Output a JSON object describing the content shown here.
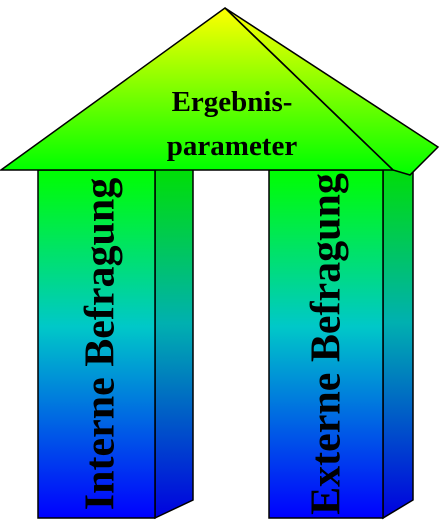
{
  "roof": {
    "line1": "Ergebnis-",
    "line2": "parameter"
  },
  "left_pillar": {
    "label": "Interne Befragung"
  },
  "right_pillar": {
    "label": "Externe Befragung"
  },
  "colors": {
    "roof_top": "#ffff00",
    "roof_bottom": "#00ff00",
    "pillar_top": "#00ff00",
    "pillar_mid": "#00c8c8",
    "pillar_bottom": "#0000ff",
    "outline": "#000000"
  }
}
